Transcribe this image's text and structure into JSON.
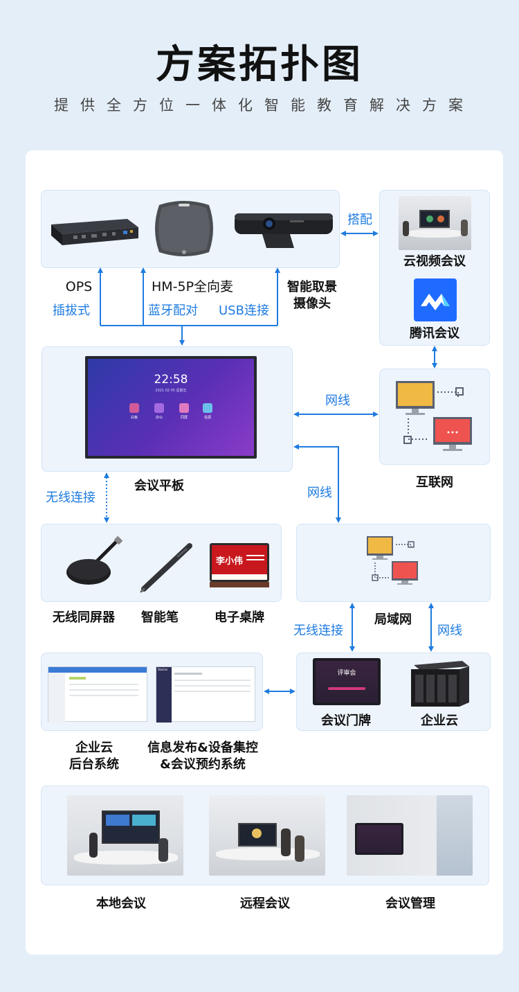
{
  "header": {
    "title": "方案拓扑图",
    "subtitle": "提供全方位一体化智能教育解决方案"
  },
  "devices": {
    "ops": "OPS",
    "mic": "HM-5P全向麦",
    "camera_line1": "智能取景",
    "camera_line2": "摄像头",
    "cloud_video": "云视频会议",
    "tencent": "腾讯会议",
    "panel": "会议平板",
    "screen_time": "22:58",
    "screen_date": "2021  02  05  星期五",
    "screen_apps": [
      "白板",
      "办公",
      "同屏",
      "信源"
    ],
    "internet": "互联网",
    "wireless_screen": "无线同屏器",
    "smart_pen": "智能笔",
    "desk_sign": "电子桌牌",
    "desk_sign_name": "李小伟",
    "lan": "局域网",
    "backend_line1": "企业云",
    "backend_line2": "后台系统",
    "info_line1": "信息发布&设备集控",
    "info_line2": "&会议预约系统",
    "door_sign": "会议门牌",
    "door_sign_screen": "评审会",
    "enterprise_cloud": "企业云",
    "logo_text": "Starlan"
  },
  "connections": {
    "plug": "插拔式",
    "bluetooth": "蓝牙配对",
    "usb": "USB连接",
    "pair": "搭配",
    "network1": "网线",
    "network2": "网线",
    "wireless1": "无线连接",
    "wireless2": "无线连接",
    "network3": "网线"
  },
  "scenarios": [
    "本地会议",
    "远程会议",
    "会议管理"
  ],
  "colors": {
    "accent": "#1e7be0",
    "box_bg": "#edf4fc",
    "page_bg": "#e4eef8"
  }
}
